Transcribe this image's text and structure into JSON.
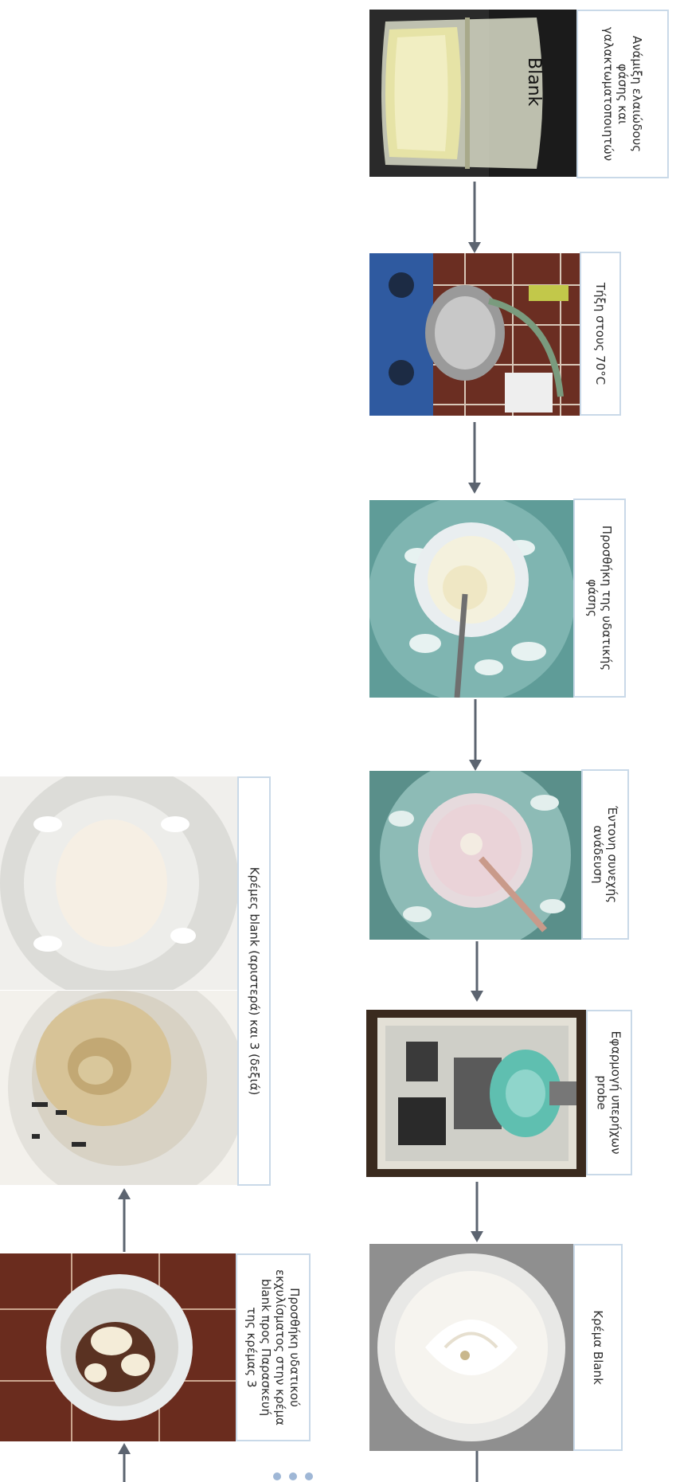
{
  "colors": {
    "label_border": "#c9d9e8",
    "arrow": "#5c6470",
    "dots": "#9fb7d6"
  },
  "steps": [
    {
      "lines": [
        "Ανάμιξη ελαιώδους",
        "φάσης και",
        "γαλακτωματοποιητών"
      ]
    },
    {
      "lines": [
        "Τήξη στους 70°C"
      ]
    },
    {
      "lines": [
        "Προσθήκη της υδατικής",
        "φάσης"
      ]
    },
    {
      "lines": [
        "Έντονη συνεχής",
        "ανάδευση"
      ]
    },
    {
      "lines": [
        "Εφαρμογή υπερήχων",
        "probe"
      ]
    },
    {
      "lines": [
        "Κρέμα Blank"
      ]
    }
  ],
  "left_steps": [
    {
      "lines": [
        "Κρέμες blank (αριστερά) και 3 (δεξιά)"
      ]
    },
    {
      "lines": [
        "Προσθήκη υδατικού",
        "εκχυλίσματος στην κρέμα",
        "blank προς Παρασκευή",
        "της κρέμας 3"
      ]
    }
  ]
}
